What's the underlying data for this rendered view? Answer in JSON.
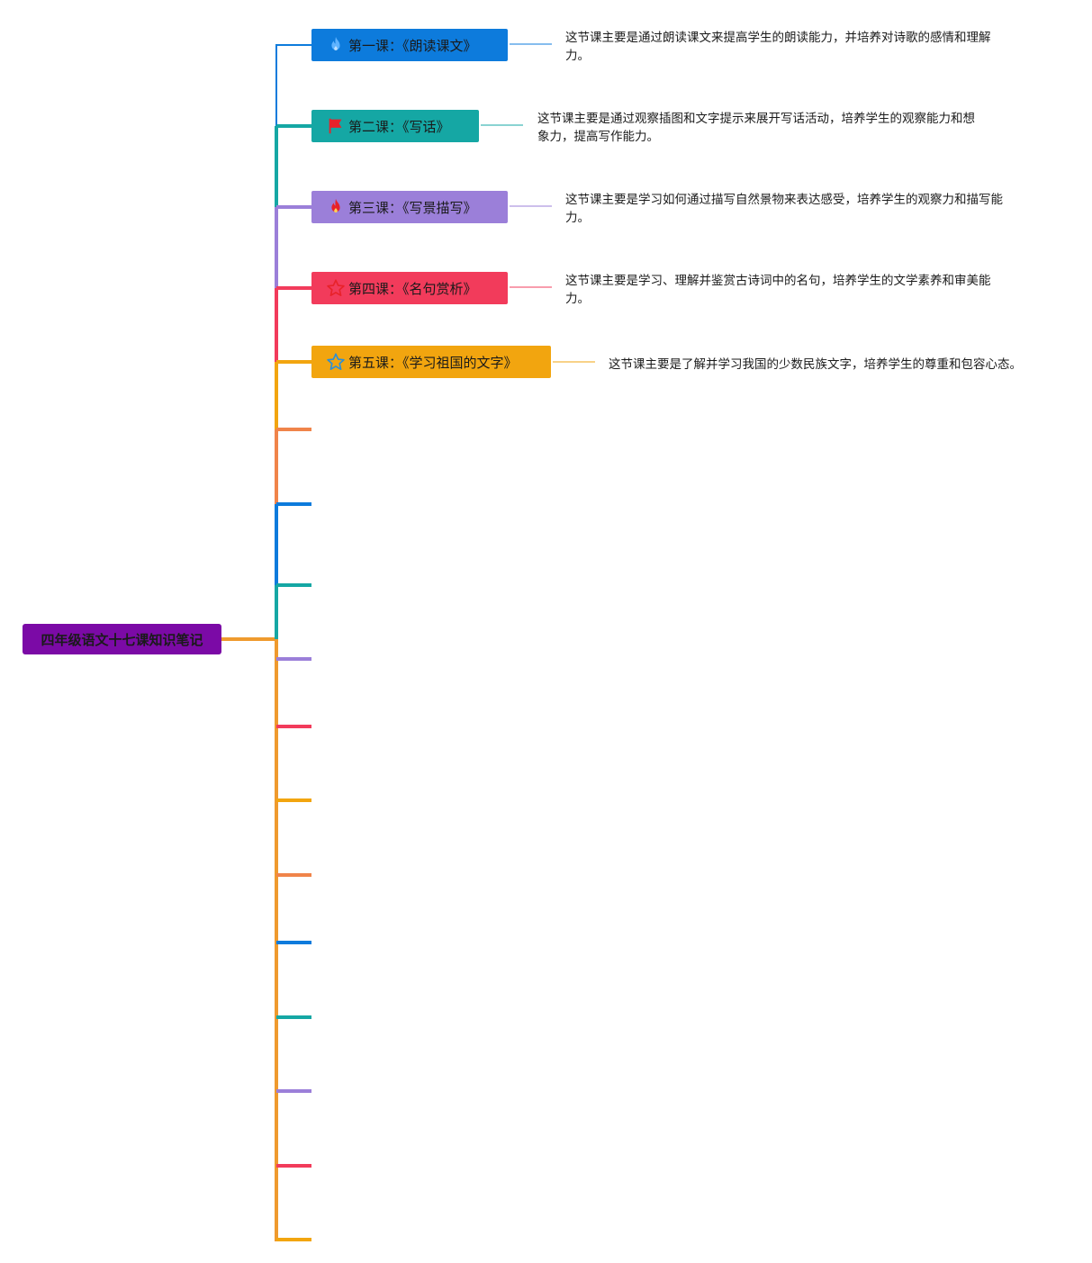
{
  "root": {
    "label": "四年级语文十七课知识笔记",
    "color": "#7b0aa6"
  },
  "lessons": [
    {
      "title": "第一课：《朗读课文》",
      "icon": "flame-icon",
      "color": "#0d7bdc",
      "iconColor": "#5fb3ff",
      "note": "这节课主要是通过朗读课文来提高学生的朗读能力，并培养对诗歌的感情和理解力。"
    },
    {
      "title": "第二课：《写话》",
      "icon": "flag-icon",
      "color": "#15a7a4",
      "iconColor": "#e8222a",
      "note": "这节课主要是通过观察插图和文字提示来展开写话活动，培养学生的观察能力和想象力，提高写作能力。"
    },
    {
      "title": "第三课：《写景描写》",
      "icon": "fire-icon",
      "color": "#9b7fd9",
      "iconColor": "#e8222a",
      "note": "这节课主要是学习如何通过描写自然景物来表达感受，培养学生的观察力和描写能力。"
    },
    {
      "title": "第四课：《名句赏析》",
      "icon": "star-icon",
      "color": "#f23b5b",
      "iconColor": "#e8222a",
      "note": "这节课主要是学习、理解并鉴赏古诗词中的名句，培养学生的文学素养和审美能力。"
    },
    {
      "title": "第五课：《学习祖国的文字》",
      "icon": "star-outline-icon",
      "color": "#f2a50f",
      "iconColor": "#2a8fd8",
      "note": "这节课主要是了解并学习我国的少数民族文字，培养学生的尊重和包容心态。"
    }
  ],
  "empty_branches": [
    {
      "color": "#f0844a"
    },
    {
      "color": "#0d7bdc"
    },
    {
      "color": "#15a7a4"
    },
    {
      "color": "#9b7fd9"
    },
    {
      "color": "#f23b5b"
    },
    {
      "color": "#f2a50f"
    },
    {
      "color": "#f0844a"
    },
    {
      "color": "#0d7bdc"
    },
    {
      "color": "#15a7a4"
    },
    {
      "color": "#9b7fd9"
    },
    {
      "color": "#f23b5b"
    },
    {
      "color": "#f2a50f"
    }
  ],
  "trunk_color": "#ef9a2e"
}
